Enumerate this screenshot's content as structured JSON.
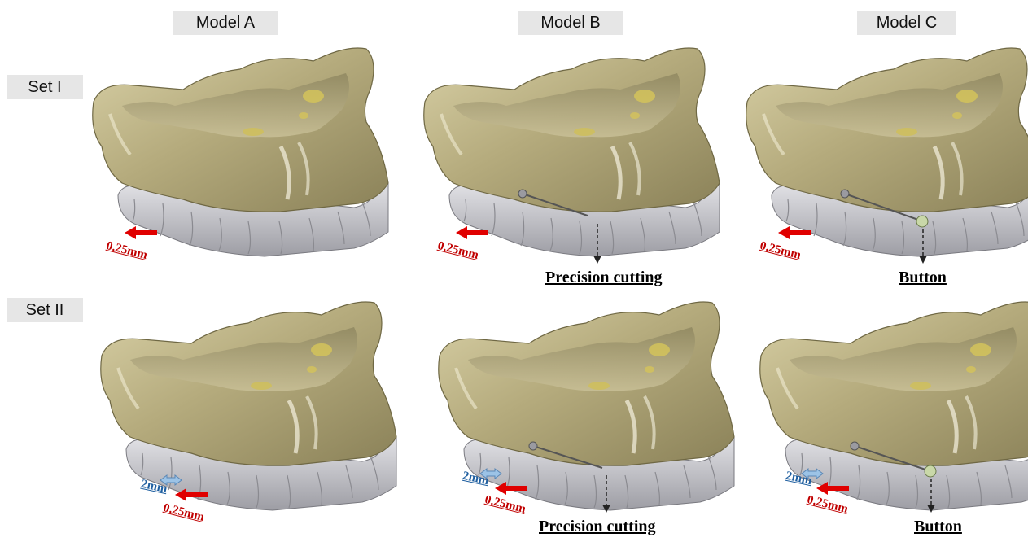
{
  "columns": [
    "Model A",
    "Model B",
    "Model C"
  ],
  "rows": [
    "Set I",
    "Set II"
  ],
  "red_dimension": "0.25mm",
  "blue_dimension": "2mm",
  "captions": {
    "model_b": "Precision cutting",
    "model_c": "Button"
  },
  "colors": {
    "denture_base": "#b7ad82",
    "teeth": "#c8c8cc",
    "red_arrow": "#e00000",
    "blue_arrow": "#9cc3e6",
    "header_bg": "#e6e6e6"
  }
}
